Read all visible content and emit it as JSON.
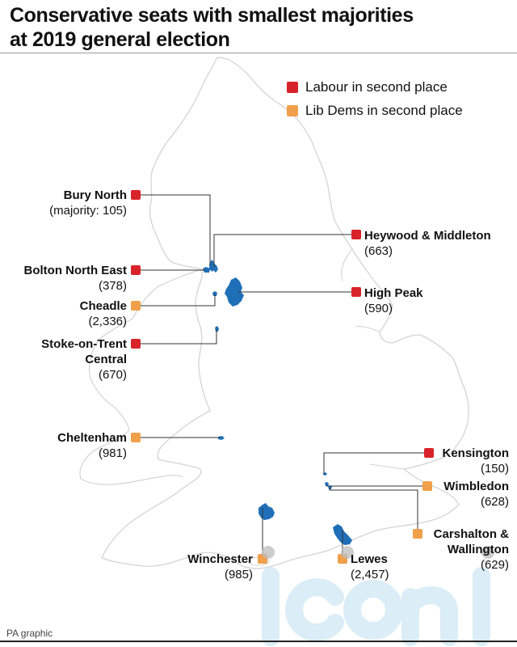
{
  "title": {
    "line1": "Conservative seats with smallest majorities",
    "line2": "at 2019 general election"
  },
  "footer": "PA graphic",
  "colors": {
    "labour": "#d8232a",
    "libdem": "#f0a04b",
    "constituency": "#1f6fb8",
    "outline": "#d4d4d4",
    "leader": "#333333"
  },
  "legend": [
    {
      "label": "Labour in second place",
      "party": "labour"
    },
    {
      "label": "Lib Dems in second place",
      "party": "libdem"
    }
  ],
  "seats": [
    {
      "name": "Bury North",
      "majority": "(majority: 105)",
      "party": "labour"
    },
    {
      "name": "Heywood & Middleton",
      "majority": "(663)",
      "party": "labour"
    },
    {
      "name": "Bolton North East",
      "majority": "(378)",
      "party": "labour"
    },
    {
      "name": "High Peak",
      "majority": "(590)",
      "party": "labour"
    },
    {
      "name": "Cheadle",
      "majority": "(2,336)",
      "party": "libdem"
    },
    {
      "name": "Stoke-on-Trent",
      "name2": "Central",
      "majority": "(670)",
      "party": "labour"
    },
    {
      "name": "Cheltenham",
      "majority": "(981)",
      "party": "libdem"
    },
    {
      "name": "Kensington",
      "majority": "(150)",
      "party": "labour"
    },
    {
      "name": "Wimbledon",
      "majority": "(628)",
      "party": "libdem"
    },
    {
      "name": "Carshalton &",
      "name2": "Wallington",
      "majority": "(629)",
      "party": "libdem"
    },
    {
      "name": "Winchester",
      "majority": "(985)",
      "party": "libdem"
    },
    {
      "name": "Lewes",
      "majority": "(2,457)",
      "party": "libdem"
    }
  ]
}
